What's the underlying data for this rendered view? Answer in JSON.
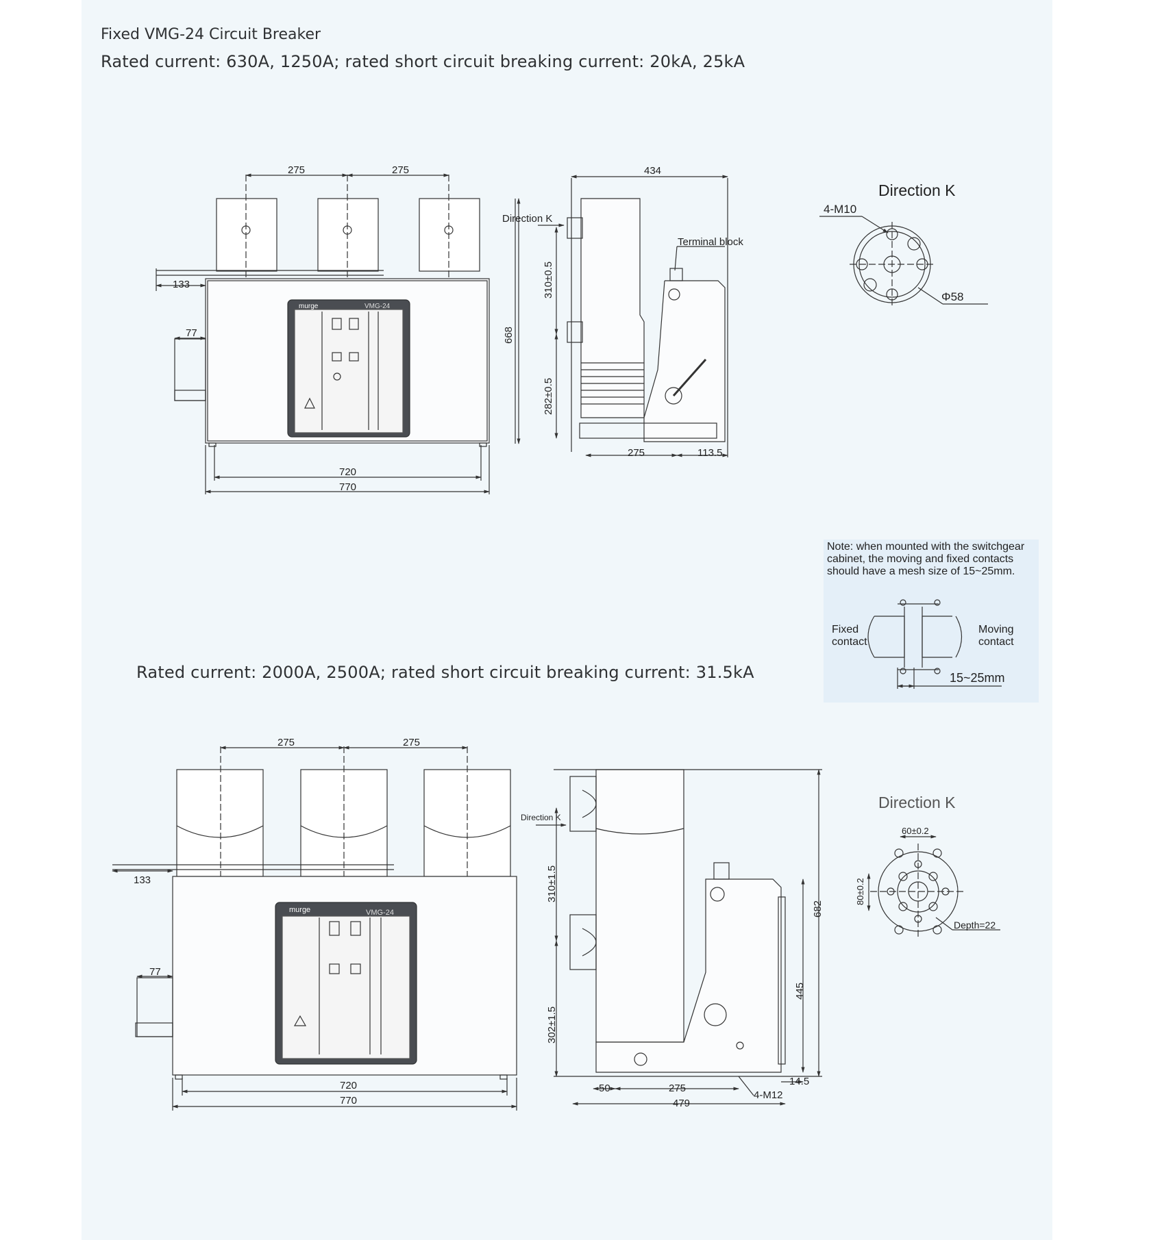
{
  "header": {
    "title": "Fixed VMG-24 Circuit Breaker",
    "rating_1": "Rated current: 630A, 1250A; rated short circuit breaking current: 20kA, 25kA",
    "rating_2": "Rated current: 2000A, 2500A; rated short circuit breaking current: 31.5kA"
  },
  "drawing_1": {
    "front": {
      "dim_pole_1": "275",
      "dim_pole_2": "275",
      "dim_133": "133",
      "dim_77": "77",
      "dim_720": "720",
      "dim_770": "770",
      "brand": "murge",
      "model": "VMG-24"
    },
    "side": {
      "dim_434": "434",
      "direction_k": "Direction K",
      "terminal_block": "Terminal block",
      "dim_310": "310±0.5",
      "dim_668": "668",
      "dim_282": "282±0.5",
      "dim_275": "275",
      "dim_113": "113.5"
    },
    "direction_k": {
      "title": "Direction K",
      "thread": "4-M10",
      "diameter": "Φ58"
    }
  },
  "note": {
    "text": "Note: when mounted with the switchgear cabinet, the moving and fixed contacts should have a mesh size of 15~25mm.",
    "fixed": "Fixed contact",
    "moving": "Moving contact",
    "mesh": "15~25mm"
  },
  "drawing_2": {
    "front": {
      "dim_pole_1": "275",
      "dim_pole_2": "275",
      "dim_133": "133",
      "dim_77": "77",
      "dim_720": "720",
      "dim_770": "770",
      "brand": "murge",
      "model": "VMG-24"
    },
    "side": {
      "direction_k": "Direction K",
      "dim_310": "310±1.5",
      "dim_302": "302±1.5",
      "dim_682": "682",
      "dim_445": "445",
      "dim_50": "50",
      "dim_275": "275",
      "dim_479": "479",
      "dim_145": "14.5",
      "thread": "4-M12"
    },
    "direction_k": {
      "title": "Direction K",
      "dim_60": "60±0.2",
      "dim_80": "80±0.2",
      "depth": "Depth=22"
    }
  },
  "colors": {
    "sheet": "#f1f7fa",
    "note_bg": "#e4eff8",
    "line": "#333333",
    "panel": "#4a4d52"
  }
}
